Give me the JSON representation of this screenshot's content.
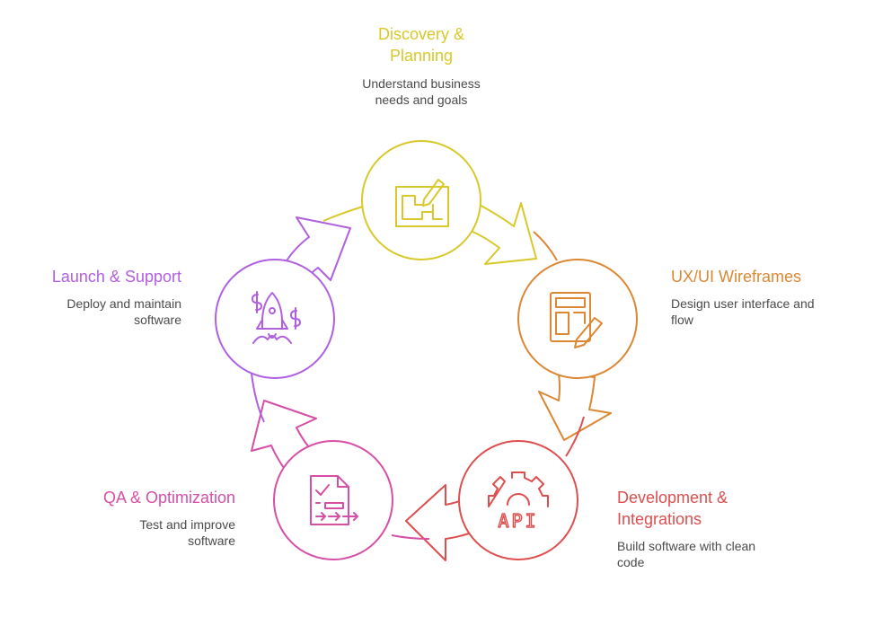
{
  "steps": [
    {
      "id": "discovery",
      "title_line1": "Discovery &",
      "title_line2": "Planning",
      "desc_line1": "Understand business",
      "desc_line2": "needs and goals",
      "color": "#d9c82a",
      "icon": "blueprint-pencil-icon"
    },
    {
      "id": "ux",
      "title_line1": "UX/UI Wireframes",
      "title_line2": "",
      "desc_line1": "Design user interface and",
      "desc_line2": "flow",
      "color": "#db8733",
      "icon": "wireframe-pencil-icon"
    },
    {
      "id": "dev",
      "title_line1": "Development &",
      "title_line2": "Integrations",
      "desc_line1": "Build software with clean",
      "desc_line2": "code",
      "color": "#dd4f4f",
      "icon": "gear-api-icon"
    },
    {
      "id": "qa",
      "title_line1": "QA & Optimization",
      "title_line2": "",
      "desc_line1": "Test and improve",
      "desc_line2": "software",
      "color": "#d64fa6",
      "icon": "checklist-document-icon"
    },
    {
      "id": "launch",
      "title_line1": "Launch & Support",
      "title_line2": "",
      "desc_line1": "Deploy and maintain",
      "desc_line2": "software",
      "color": "#b05fe0",
      "icon": "rocket-dollar-icon"
    }
  ],
  "icon_text": {
    "api": "API"
  }
}
